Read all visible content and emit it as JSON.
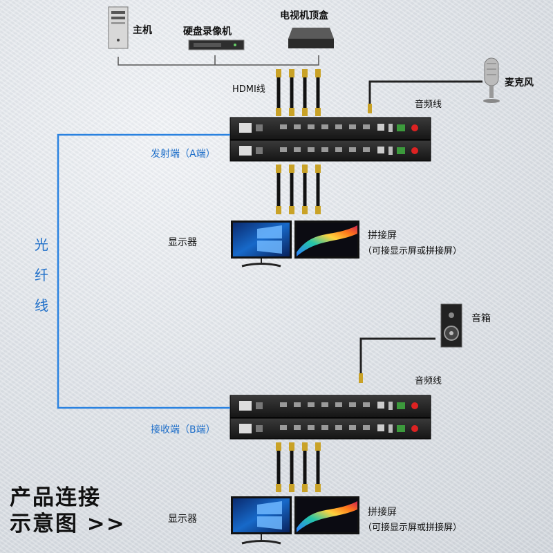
{
  "sources": {
    "host": "主机",
    "dvr": "硬盘录像机",
    "tv_box": "电视机顶盒",
    "microphone": "麦克风"
  },
  "cables": {
    "hdmi": "HDMI线",
    "audio_top": "音频线",
    "audio_bottom": "音频线"
  },
  "transmitter": "发射端（A端）",
  "receiver": "接收端（B端）",
  "fiber": [
    "光",
    "纤",
    "线"
  ],
  "top_outputs": {
    "monitor": "显示器",
    "splice": "拼接屏",
    "splice_note": "（可接显示屏或拼接屏）"
  },
  "speaker": "音箱",
  "bottom_outputs": {
    "monitor": "显示器",
    "splice": "拼接屏",
    "splice_note": "（可接显示屏或拼接屏）"
  },
  "caption": {
    "line1": "产品连接",
    "line2": "示意图 >>"
  }
}
